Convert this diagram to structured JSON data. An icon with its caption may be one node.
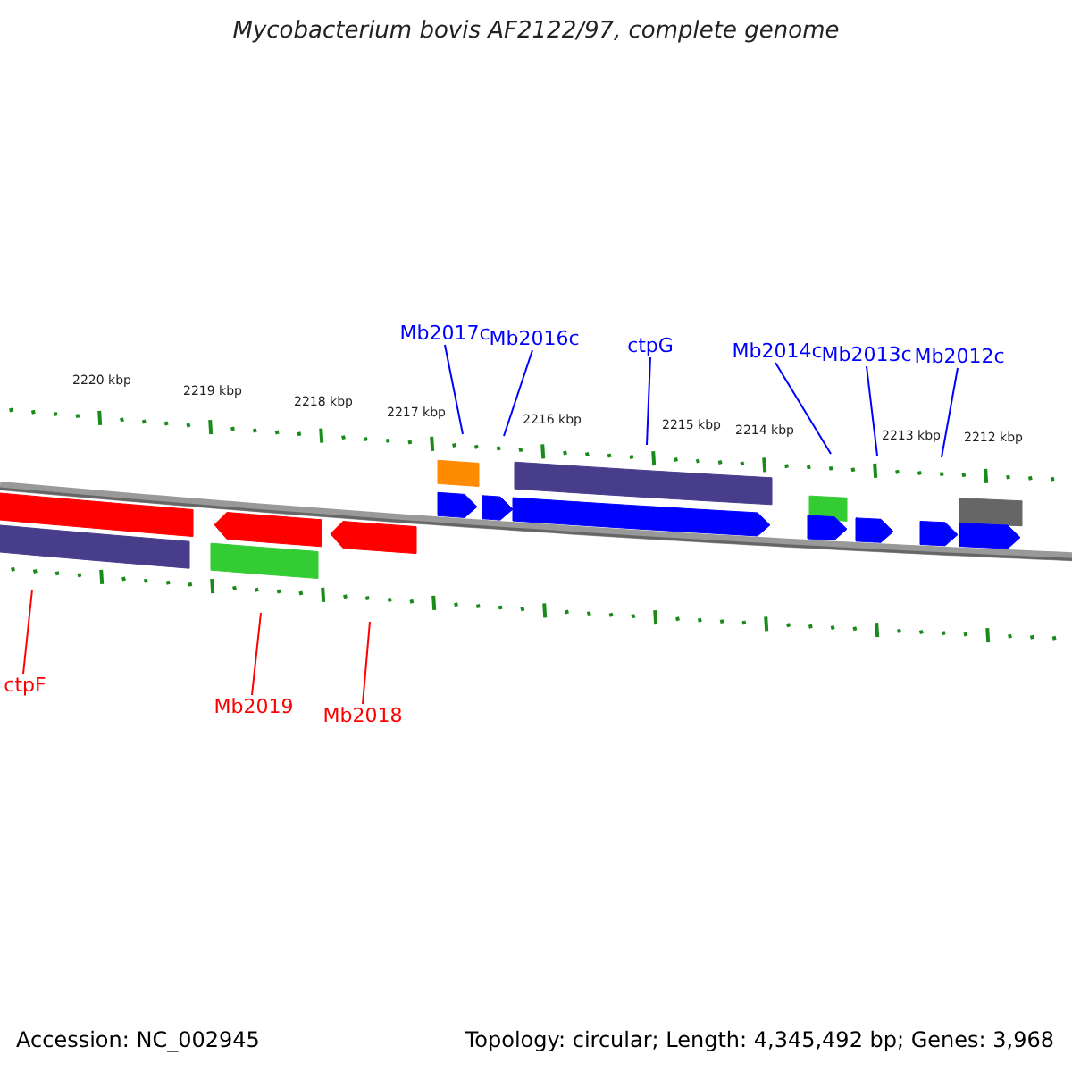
{
  "diagram": {
    "title": "Mycobacterium bovis AF2122/97, complete genome",
    "nodes": [
      {
        "text": [
          "Mb2017c"
        ]
      },
      {
        "text": [
          "Mb2016c"
        ]
      },
      {
        "text": [
          "ctpG"
        ]
      },
      {
        "text": [
          "Mb2014c"
        ]
      },
      {
        "text": [
          "Mb2013c"
        ]
      },
      {
        "text": [
          "Mb2012c"
        ]
      },
      {
        "text": [
          "ctpF"
        ]
      },
      {
        "text": [
          "Mb2019"
        ]
      },
      {
        "text": [
          "Mb2018"
        ]
      }
    ],
    "edges": [
      {
        "from": 0,
        "to": null,
        "arrow": "none"
      },
      {
        "from": 1,
        "to": null,
        "arrow": "none"
      },
      {
        "from": 2,
        "to": null,
        "arrow": "none"
      },
      {
        "from": 3,
        "to": null,
        "arrow": "none"
      },
      {
        "from": 4,
        "to": null,
        "arrow": "none"
      },
      {
        "from": 5,
        "to": null,
        "arrow": "none"
      },
      {
        "from": 6,
        "to": null,
        "arrow": "none",
        "color": "#ff0000"
      },
      {
        "from": 7,
        "to": null,
        "arrow": "none",
        "color": "#ff0000"
      },
      {
        "from": 8,
        "to": null,
        "arrow": "none",
        "color": "#ff0000"
      }
    ],
    "labels": [
      "2220 kbp",
      "2219 kbp",
      "2218 kbp",
      "2217 kbp",
      "2216 kbp",
      "2215 kbp",
      "2214 kbp",
      "2213 kbp",
      "2212 kbp",
      "Accession: NC_002945",
      "Topology: circular; Length: 4,345,492 bp; Genes: 3,968"
    ]
  }
}
